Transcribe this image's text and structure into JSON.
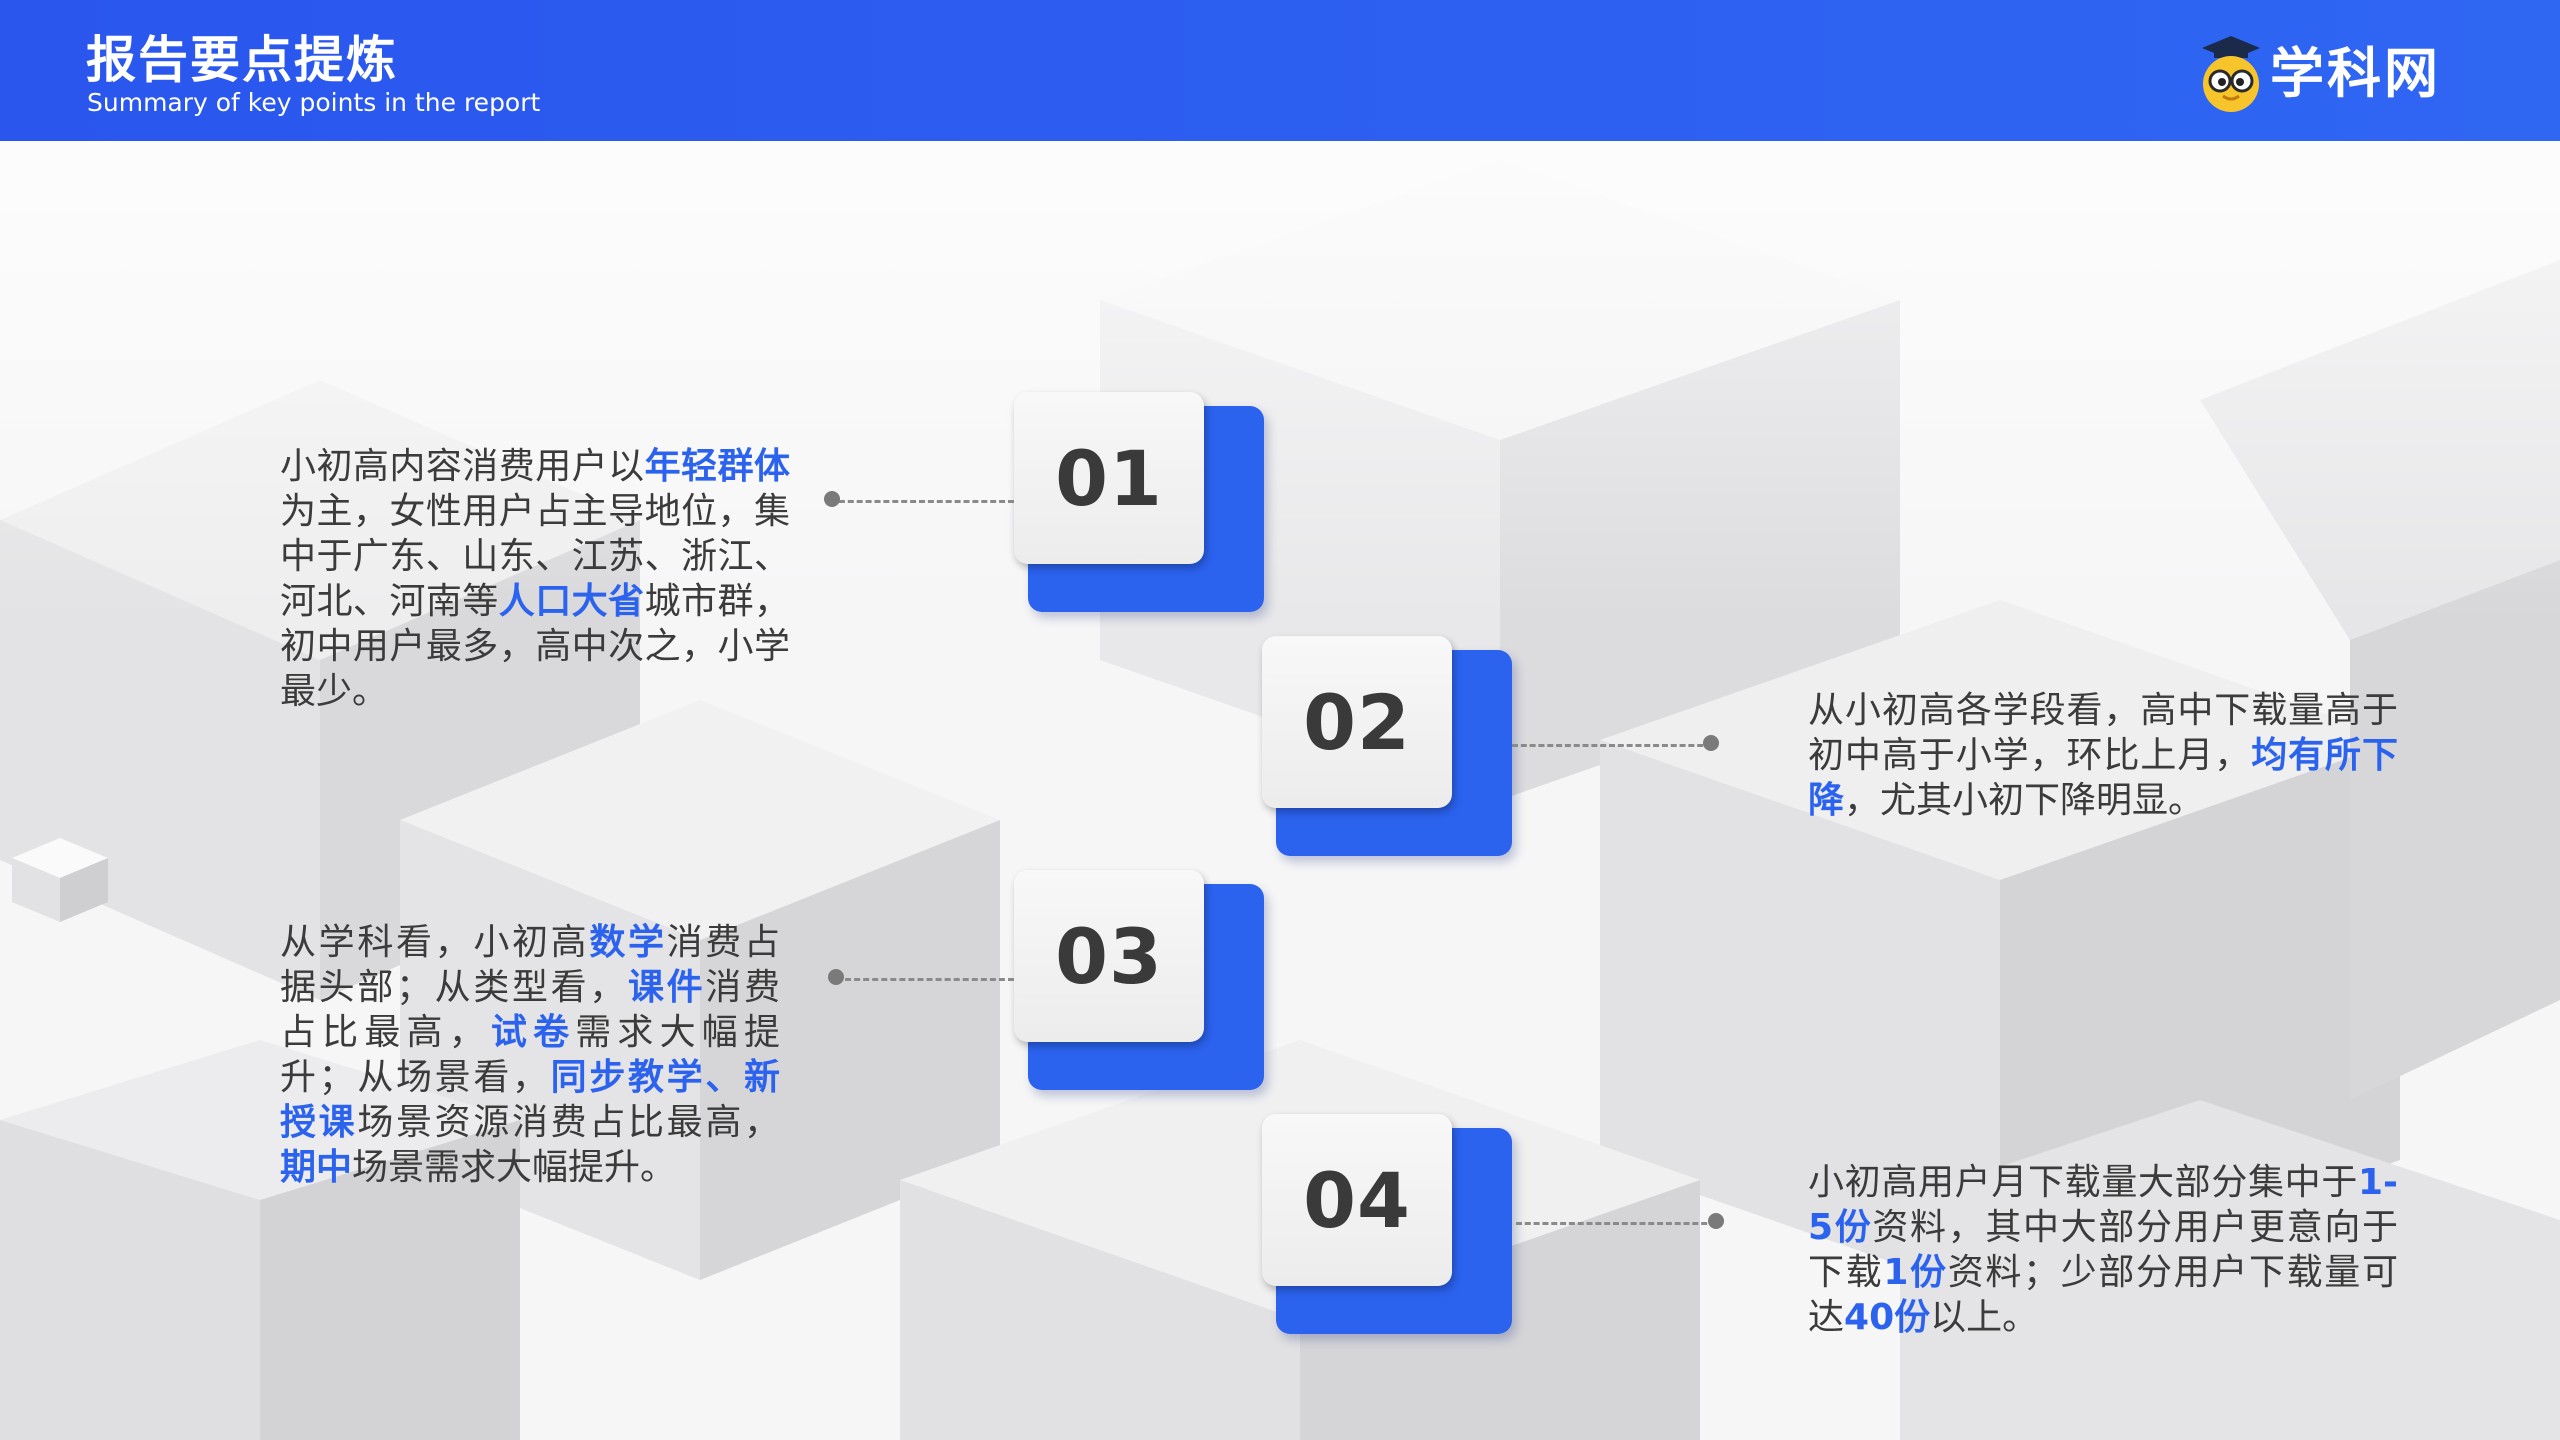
{
  "header": {
    "title": "报告要点提炼",
    "subtitle": "Summary of key points in the report",
    "logo_text": "学科网"
  },
  "colors": {
    "brand": "#2b62ee",
    "text": "#3b3b3b",
    "header": "#2a5cf0"
  },
  "steps": [
    {
      "num": "01"
    },
    {
      "num": "02"
    },
    {
      "num": "03"
    },
    {
      "num": "04"
    }
  ],
  "points": [
    {
      "parts": [
        {
          "text": "小初高内容消费用户以"
        },
        {
          "text": "年轻群体",
          "hl": true
        },
        {
          "text": "为主，女性用户占主导地位，集中于广东、山东、江苏、浙江、河北、河南等"
        },
        {
          "text": "人口大省",
          "hl": true
        },
        {
          "text": "城市群，初中用户最多，高中次之，小学最少。"
        }
      ]
    },
    {
      "parts": [
        {
          "text": "从小初高各学段看，高中下载量高于初中高于小学，环比上月，"
        },
        {
          "text": "均有所下降",
          "hl": true
        },
        {
          "text": "，尤其小初下降明显。"
        }
      ]
    },
    {
      "parts": [
        {
          "text": "从学科看，小初高"
        },
        {
          "text": "数学",
          "hl": true
        },
        {
          "text": "消费占据头部；从类型看，"
        },
        {
          "text": "课件",
          "hl": true
        },
        {
          "text": "消费占比最高，"
        },
        {
          "text": "试卷",
          "hl": true
        },
        {
          "text": "需求大幅提升；从场景看，"
        },
        {
          "text": "同步教学、新授课",
          "hl": true
        },
        {
          "text": "场景资源消费占比最高，"
        },
        {
          "text": "期中",
          "hl": true
        },
        {
          "text": "场景需求大幅提升。"
        }
      ]
    },
    {
      "parts": [
        {
          "text": "小初高用户月下载量大部分集中于"
        },
        {
          "text": "1-5份",
          "hl": true
        },
        {
          "text": "资料，其中大部分用户更意向于下载"
        },
        {
          "text": "1份",
          "hl": true
        },
        {
          "text": "资料；少部分用户下载量可达"
        },
        {
          "text": "40份",
          "hl": true
        },
        {
          "text": "以上。"
        }
      ]
    }
  ]
}
